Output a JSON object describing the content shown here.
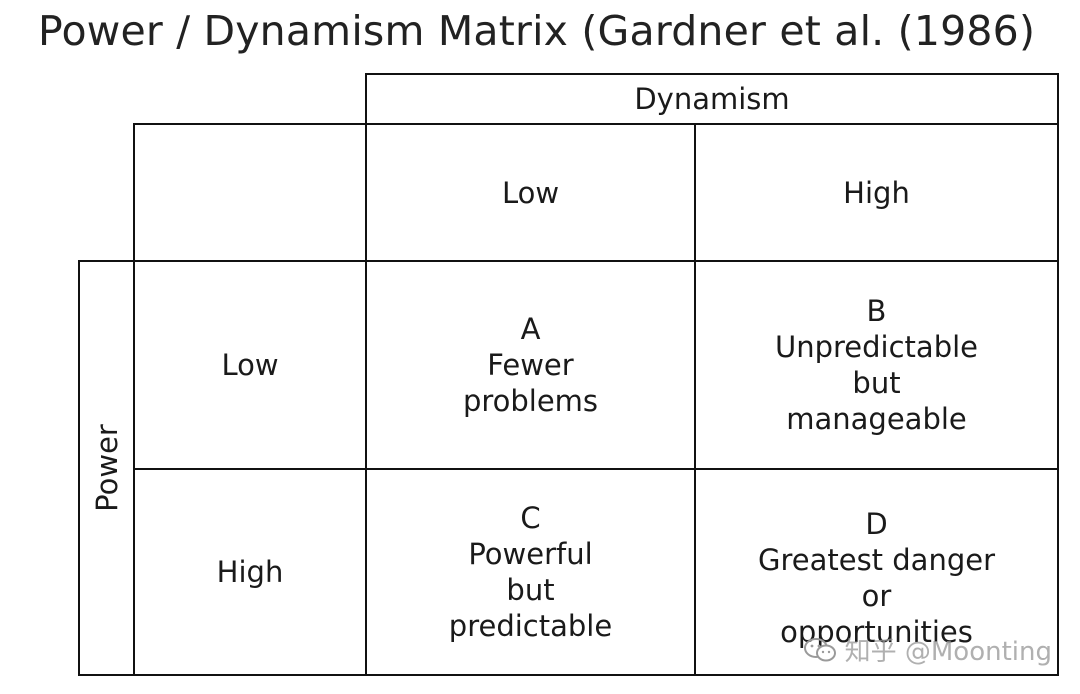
{
  "title": "Power / Dynamism Matrix (Gardner et al. (1986)",
  "matrix": {
    "column_axis_label": "Dynamism",
    "row_axis_label": "Power",
    "columns": {
      "low": "Low",
      "high": "High"
    },
    "rows": {
      "low": "Low",
      "high": "High"
    },
    "quadrants": {
      "a": {
        "letter": "A",
        "lines": [
          "Fewer",
          "problems"
        ]
      },
      "b": {
        "letter": "B",
        "lines": [
          "Unpredictable",
          "but",
          "manageable"
        ]
      },
      "c": {
        "letter": "C",
        "lines": [
          "Powerful",
          "but",
          "predictable"
        ]
      },
      "d": {
        "letter": "D",
        "lines": [
          "Greatest danger",
          "or",
          "opportunities"
        ]
      }
    }
  },
  "watermark": {
    "text": "知乎 @Moonting",
    "icon": "wechat-bubble-icon"
  },
  "colors": {
    "line": "#111111",
    "text": "#1a1a1a",
    "watermark": "#969696"
  }
}
